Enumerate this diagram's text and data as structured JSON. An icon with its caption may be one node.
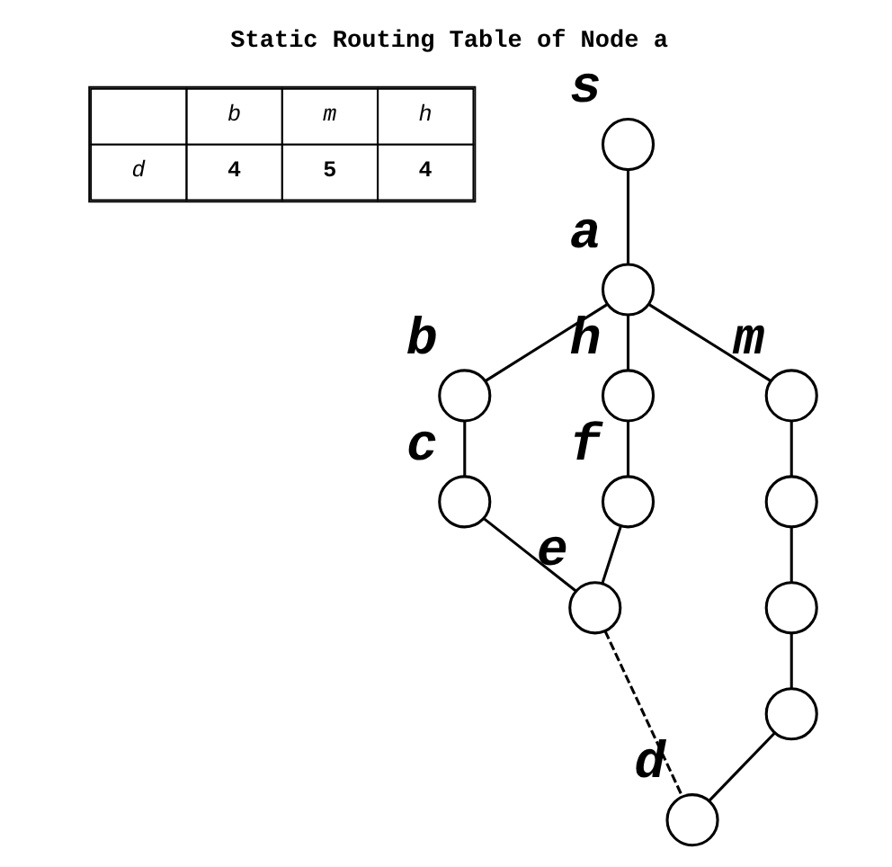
{
  "diagram": {
    "title": "Static Routing Table of Node a",
    "nodes": [
      {
        "text": [],
        "shape": "circle",
        "beside": [
          "s"
        ]
      },
      {
        "text": [],
        "shape": "circle",
        "beside": [
          "a"
        ]
      },
      {
        "text": [],
        "shape": "circle",
        "beside": [
          "b"
        ]
      },
      {
        "text": [],
        "shape": "circle",
        "beside": [
          "h"
        ]
      },
      {
        "text": [],
        "shape": "circle",
        "beside": [
          "m"
        ]
      },
      {
        "text": [],
        "shape": "circle",
        "beside": [
          "c"
        ]
      },
      {
        "text": [],
        "shape": "circle",
        "beside": [
          "f"
        ]
      },
      {
        "text": [],
        "shape": "circle"
      },
      {
        "text": [],
        "shape": "circle"
      },
      {
        "text": [],
        "shape": "circle",
        "beside": [
          "e"
        ]
      },
      {
        "text": [],
        "shape": "circle"
      },
      {
        "text": [],
        "shape": "circle",
        "beside": [
          "d"
        ]
      }
    ],
    "edges": [
      {
        "from": 0,
        "to": 1,
        "arrow": "none"
      },
      {
        "from": 1,
        "to": 2,
        "arrow": "none"
      },
      {
        "from": 1,
        "to": 3,
        "arrow": "none"
      },
      {
        "from": 1,
        "to": 4,
        "arrow": "none"
      },
      {
        "from": 2,
        "to": 5,
        "arrow": "none"
      },
      {
        "from": 3,
        "to": 6,
        "arrow": "none"
      },
      {
        "from": 4,
        "to": 7,
        "arrow": "none"
      },
      {
        "from": 5,
        "to": 9,
        "arrow": "none"
      },
      {
        "from": 6,
        "to": 9,
        "arrow": "none"
      },
      {
        "from": 7,
        "to": 8,
        "arrow": "none"
      },
      {
        "from": 8,
        "to": 10,
        "arrow": "none"
      },
      {
        "from": 9,
        "to": 11,
        "arrow": "none",
        "style": "dashed"
      },
      {
        "from": 10,
        "to": 11,
        "arrow": "none"
      }
    ],
    "labels": [
      "b",
      "m",
      "h",
      "d",
      "4",
      "5",
      "4"
    ]
  }
}
